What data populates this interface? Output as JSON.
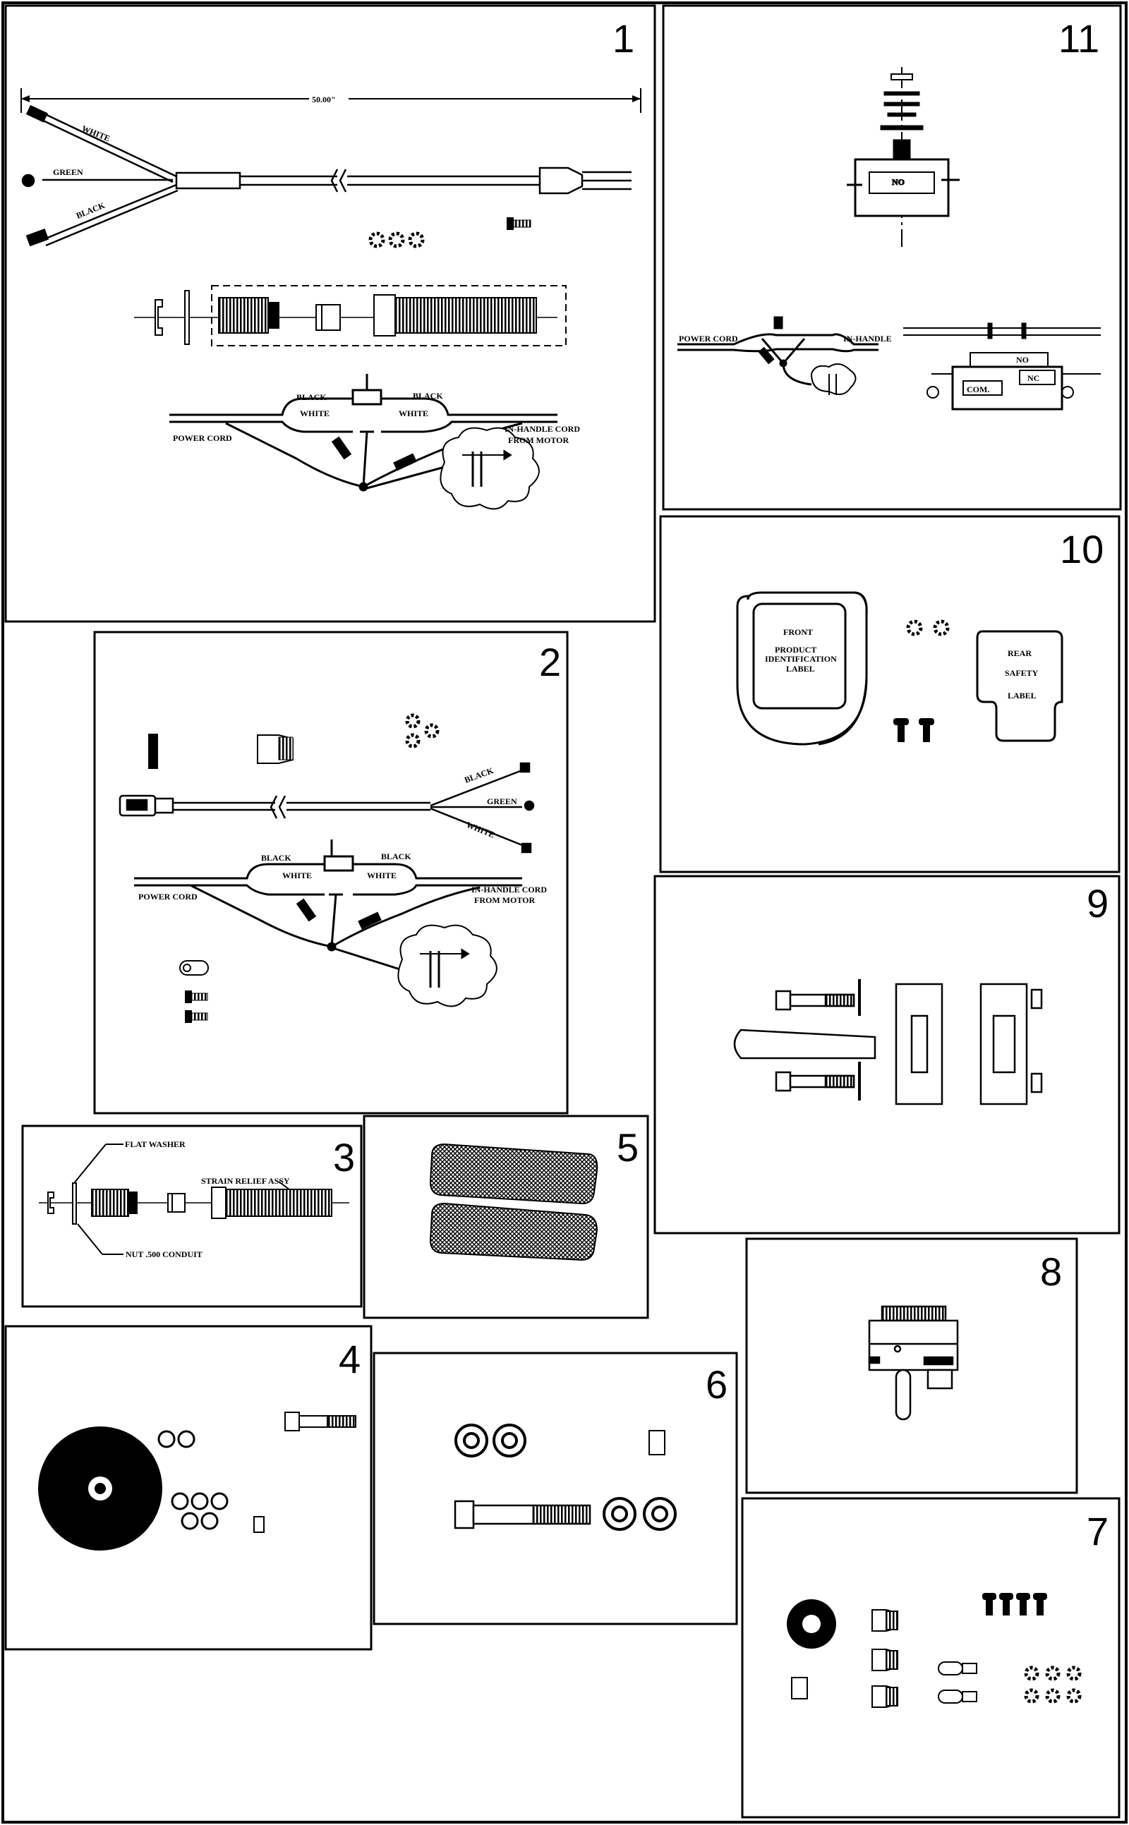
{
  "panels": [
    {
      "id": "1",
      "number": "1",
      "labels": {
        "dimension": "50.00\"",
        "white": "WHITE",
        "green": "GREEN",
        "black": "BLACK",
        "black_left": "BLACK",
        "black_right": "BLACK",
        "white_left": "WHITE",
        "white_right": "WHITE",
        "power_cord": "POWER CORD",
        "in_handle_cord": "IN-HANDLE CORD",
        "from_motor": "FROM MOTOR"
      }
    },
    {
      "id": "2",
      "number": "2",
      "labels": {
        "black_a": "BLACK",
        "green": "GREEN",
        "white": "WHITE",
        "black_left": "BLACK",
        "black_right": "BLACK",
        "white_left": "WHITE",
        "white_right": "WHITE",
        "power_cord": "POWER CORD",
        "in_handle_cord": "IN-HANDLE CORD",
        "from_motor": "FROM MOTOR"
      }
    },
    {
      "id": "3",
      "number": "3",
      "labels": {
        "flat_washer": "FLAT WASHER",
        "strain_relief": "STRAIN RELIEF ASSY",
        "nut": "NUT .500 CONDUIT"
      }
    },
    {
      "id": "4",
      "number": "4"
    },
    {
      "id": "5",
      "number": "5"
    },
    {
      "id": "6",
      "number": "6"
    },
    {
      "id": "7",
      "number": "7"
    },
    {
      "id": "8",
      "number": "8"
    },
    {
      "id": "9",
      "number": "9"
    },
    {
      "id": "10",
      "number": "10",
      "labels": {
        "front": "FRONT",
        "product": "PRODUCT",
        "identification": "IDENTIFICATION",
        "label": "LABEL",
        "rear": "REAR",
        "safety": "SAFETY",
        "label2": "LABEL"
      }
    },
    {
      "id": "11",
      "number": "11",
      "labels": {
        "top_tag": "NO",
        "power_cord": "POWER CORD",
        "in_handle": "IN-HANDLE",
        "com": "COM.",
        "nc": "NC",
        "no": "NO"
      }
    }
  ]
}
